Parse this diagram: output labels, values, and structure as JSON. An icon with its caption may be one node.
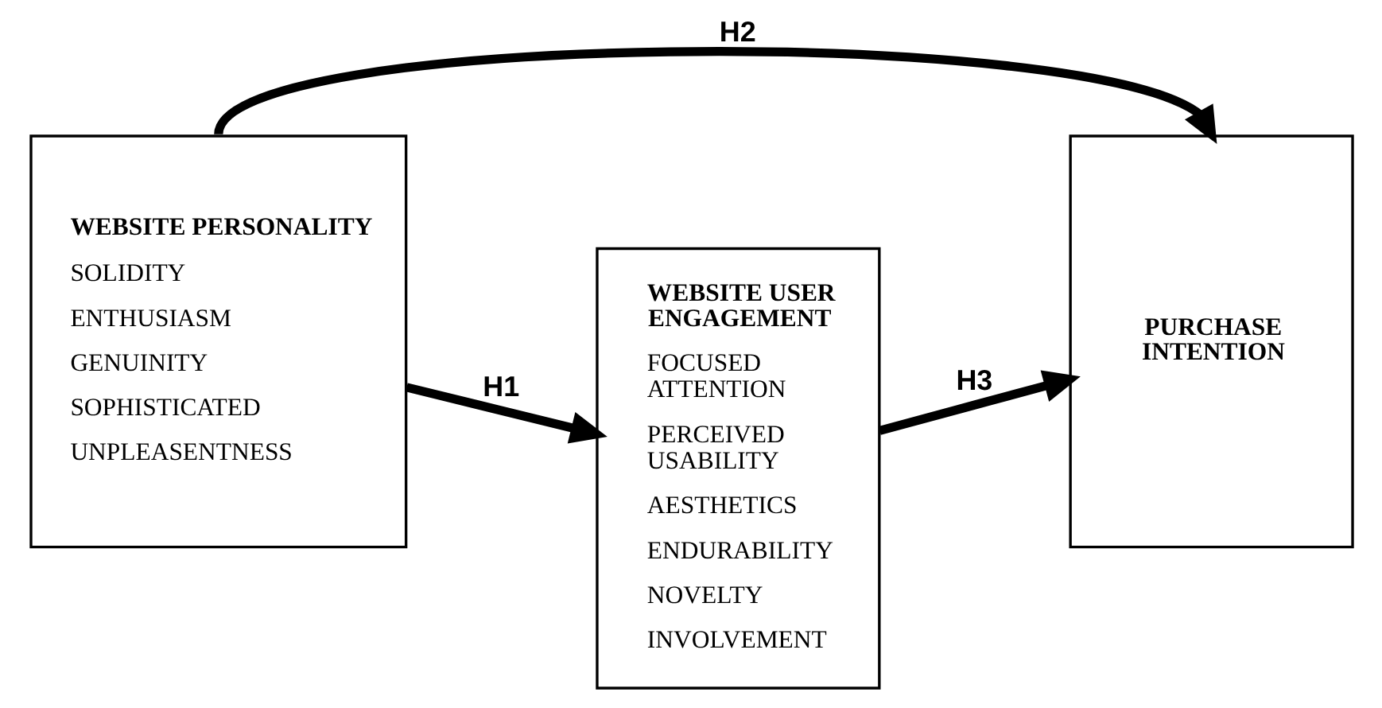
{
  "diagram": {
    "nodes": [
      {
        "text": [
          "WEBSITE PERSONALITY",
          "SOLIDITY",
          "ENTHUSIASM",
          "GENUINITY",
          "SOPHISTICATED",
          "UNPLEASENTNESS"
        ]
      },
      {
        "text": [
          "WEBSITE USER ENGAGEMENT",
          "FOCUSED ATTENTION",
          "PERCEIVED USABILITY",
          "AESTHETICS",
          "ENDURABILITY",
          "NOVELTY",
          "INVOLVEMENT"
        ]
      },
      {
        "text": [
          "PURCHASE INTENTION"
        ]
      }
    ],
    "edges": [
      {
        "from": 0,
        "to": 1,
        "arrow": "to",
        "label": "H1"
      },
      {
        "from": 1,
        "to": 2,
        "arrow": "to",
        "label": "H3"
      },
      {
        "from": 0,
        "to": 2,
        "arrow": "to",
        "label": "H2"
      }
    ]
  }
}
